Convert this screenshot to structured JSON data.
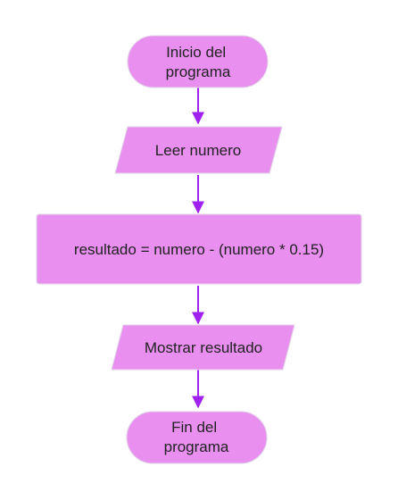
{
  "colors": {
    "node_fill": "#e88ff0",
    "arrow": "#a020f0",
    "text": "#222222"
  },
  "nodes": {
    "start": {
      "shape": "terminal",
      "lines": [
        "Inicio del",
        "programa"
      ]
    },
    "input": {
      "shape": "parallelogram",
      "lines": [
        "Leer numero"
      ]
    },
    "process": {
      "shape": "rectangle",
      "lines": [
        "resultado = numero - (numero * 0.15)"
      ]
    },
    "output": {
      "shape": "parallelogram",
      "lines": [
        "Mostrar resultado"
      ]
    },
    "end": {
      "shape": "terminal",
      "lines": [
        "Fin del",
        "programa"
      ]
    }
  },
  "edges": [
    {
      "from": "start",
      "to": "input"
    },
    {
      "from": "input",
      "to": "process"
    },
    {
      "from": "process",
      "to": "output"
    },
    {
      "from": "output",
      "to": "end"
    }
  ]
}
